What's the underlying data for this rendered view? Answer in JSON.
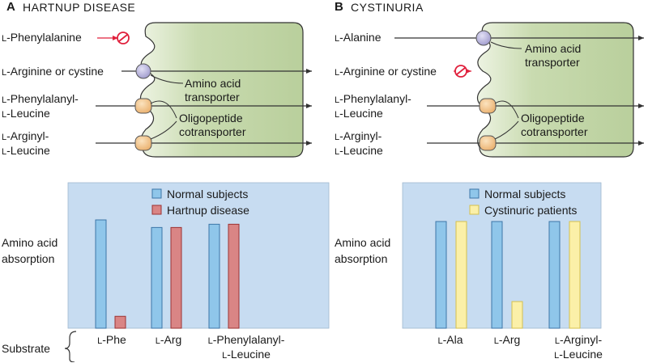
{
  "panelA": {
    "letter": "A",
    "title": "HARTNUP DISEASE",
    "substrates": {
      "phe": "L-Phenylalanine",
      "argcys": "L-Arginine or cystine",
      "phe_leu_1": "L-Phenylalanyl-",
      "phe_leu_2": "L-Leucine",
      "arg_leu_1": "L-Arginyl-",
      "arg_leu_2": "L-Leucine"
    },
    "aa_transporter_1": "Amino acid",
    "aa_transporter_2": "transporter",
    "oligo_1": "Oligopeptide",
    "oligo_2": "cotransporter"
  },
  "panelB": {
    "letter": "B",
    "title": "CYSTINURIA",
    "substrates": {
      "ala": "L-Alanine",
      "argcys": "L-Arginine or cystine",
      "phe_leu_1": "L-Phenylalanyl-",
      "phe_leu_2": "L-Leucine",
      "arg_leu_1": "L-Arginyl-",
      "arg_leu_2": "L-Leucine"
    },
    "aa_transporter_1": "Amino acid",
    "aa_transporter_2": "transporter",
    "oligo_1": "Oligopeptide",
    "oligo_2": "cotransporter"
  },
  "colors": {
    "cell_green": "#c9dbb0",
    "plot_bg": "#c7dcf1",
    "normal_bar": "#8fc6ea",
    "hartnup_bar": "#d98585",
    "cystinuric_bar": "#fbf0a8",
    "block_red": "#e0203c",
    "transporter_purple": "#b4b0da",
    "oligo_orange": "#f2c48a"
  },
  "row_label": "Substrate",
  "chart_data": [
    {
      "type": "bar",
      "ylabel": "Amino acid absorption",
      "xlabel": "Substrate",
      "categories": [
        "L-Phe",
        "L-Arg",
        "L-Phenylalanyl-L-Leucine"
      ],
      "category_lines": [
        [
          "L-Phe"
        ],
        [
          "L-Arg"
        ],
        [
          "L-Phenylalanyl-",
          "L-Leucine"
        ]
      ],
      "series": [
        {
          "name": "Normal subjects",
          "values": [
            100,
            93,
            96
          ]
        },
        {
          "name": "Hartnup disease",
          "values": [
            11,
            93,
            96
          ]
        }
      ]
    },
    {
      "type": "bar",
      "ylabel": "Amino acid absorption",
      "xlabel": "Substrate",
      "categories": [
        "L-Ala",
        "L-Arg",
        "L-Arginyl-L-Leucine"
      ],
      "category_lines": [
        [
          "L-Ala"
        ],
        [
          "L-Arg"
        ],
        [
          "L-Arginyl-",
          "L-Leucine"
        ]
      ],
      "series": [
        {
          "name": "Normal subjects",
          "values": [
            100,
            100,
            100
          ]
        },
        {
          "name": "Cystinuric patients",
          "values": [
            100,
            25,
            100
          ]
        }
      ]
    }
  ]
}
